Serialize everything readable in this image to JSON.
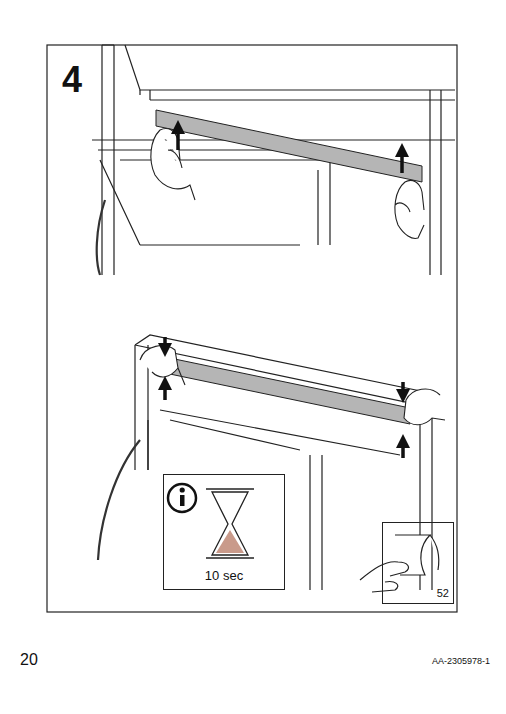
{
  "diagram": {
    "nodes": [
      {
        "text": [
          "10 sec"
        ]
      },
      {
        "text": [
          "52"
        ]
      }
    ],
    "labels": [
      "4",
      "20",
      "AA-2305978-1"
    ]
  }
}
